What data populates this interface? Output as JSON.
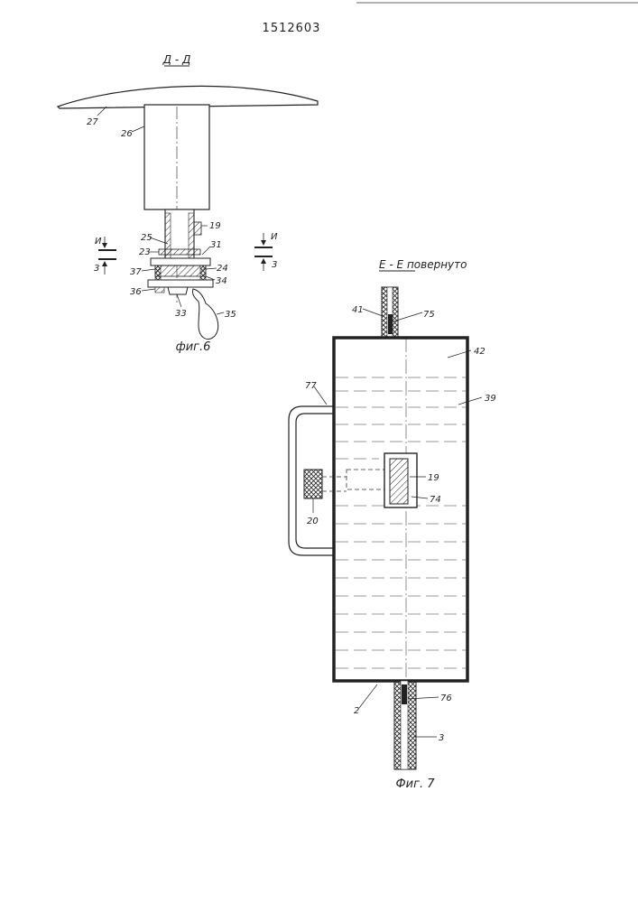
{
  "patent_number": "1512603",
  "fig6": {
    "section_title": "Д - Д",
    "caption": "фиг.6",
    "labels": {
      "l27": "27",
      "l26": "26",
      "l19": "19",
      "l25": "25",
      "l23": "23",
      "l31": "31",
      "l24": "24",
      "l37": "37",
      "l34": "34",
      "l36": "36",
      "l33": "33",
      "l35": "35"
    },
    "section_marks": {
      "left_top": "И",
      "left_bottom": "3",
      "right_top": "И",
      "right_bottom": "3"
    }
  },
  "fig7": {
    "section_title": "Е - Е повернуто",
    "caption": "Фиг. 7",
    "labels": {
      "l41": "41",
      "l75": "75",
      "l42": "42",
      "l77": "77",
      "l39": "39",
      "l19": "19",
      "l74": "74",
      "l20": "20",
      "l2": "2",
      "l76": "76",
      "l3": "3"
    }
  }
}
